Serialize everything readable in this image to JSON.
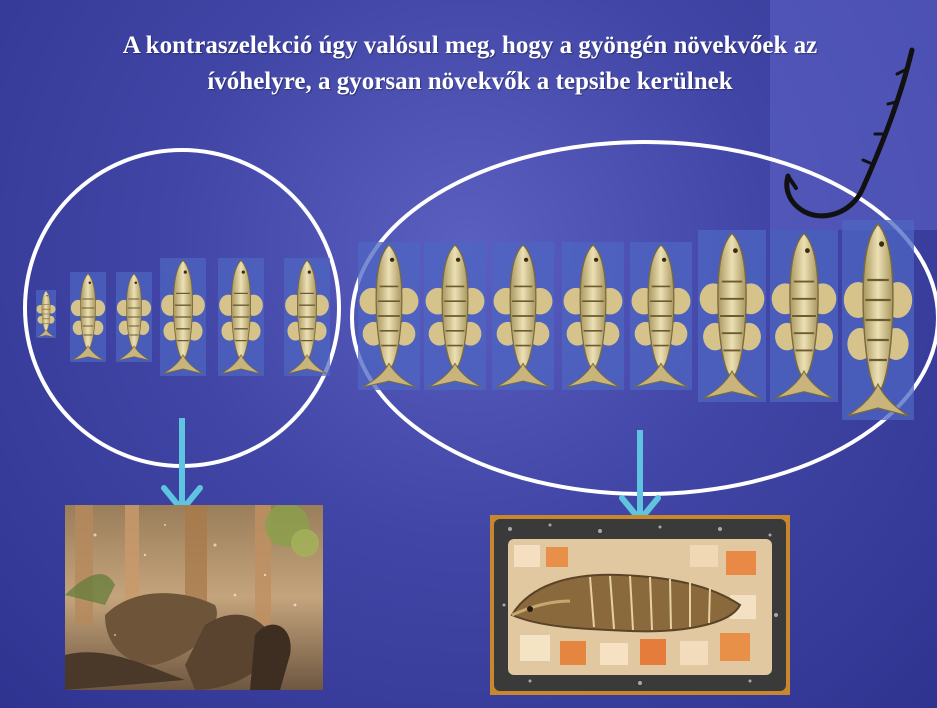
{
  "slide": {
    "title_line1": "A kontraszelekció úgy valósul meg, hogy a gyöngén növekvőek az",
    "title_line2": "ívóhelyre, a gyorsan növekvők a tepsibe kerülnek"
  },
  "colors": {
    "background": "#4146a6",
    "title_text": "#ffffff",
    "circle_outline": "#ffffff",
    "arrow": "#5ec4e0",
    "hook": "#111111",
    "fish_body": "#d8c896",
    "fish_stripe": "#6b5a32"
  },
  "groups": [
    {
      "name": "slow-growing-group",
      "fish_count": 6
    },
    {
      "name": "fast-growing-group",
      "fish_count": 8
    }
  ],
  "icons": [
    "fish-hook-icon",
    "down-arrow-icon"
  ]
}
